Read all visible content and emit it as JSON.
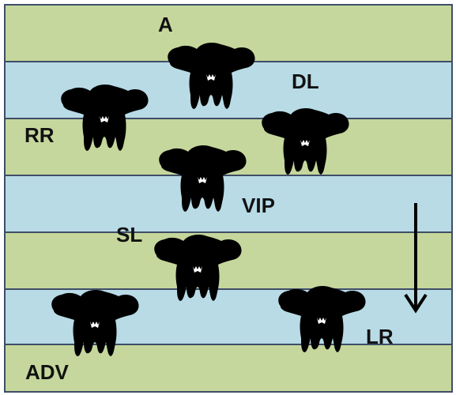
{
  "colors": {
    "band_green": "#c5d79c",
    "band_blue": "#b8dbe6",
    "band_line": "#3f4d67",
    "silhouette": "#000000",
    "label": "#111111"
  },
  "bands": [
    "green",
    "blue",
    "green",
    "blue",
    "green",
    "blue",
    "green"
  ],
  "labels": {
    "a": "A",
    "dl": "DL",
    "rr": "RR",
    "vip": "VIP",
    "sl": "SL",
    "lr": "LR",
    "adv": "ADV"
  },
  "figures": [
    {
      "id": "figure-a",
      "label": "A"
    },
    {
      "id": "figure-rr",
      "label": "RR"
    },
    {
      "id": "figure-dl",
      "label": "DL"
    },
    {
      "id": "figure-vip",
      "label": "VIP"
    },
    {
      "id": "figure-sl",
      "label": "SL"
    },
    {
      "id": "figure-adv",
      "label": "ADV"
    },
    {
      "id": "figure-lr",
      "label": "LR"
    }
  ],
  "arrow": {
    "direction": "down",
    "icon": "arrow-down-icon"
  }
}
